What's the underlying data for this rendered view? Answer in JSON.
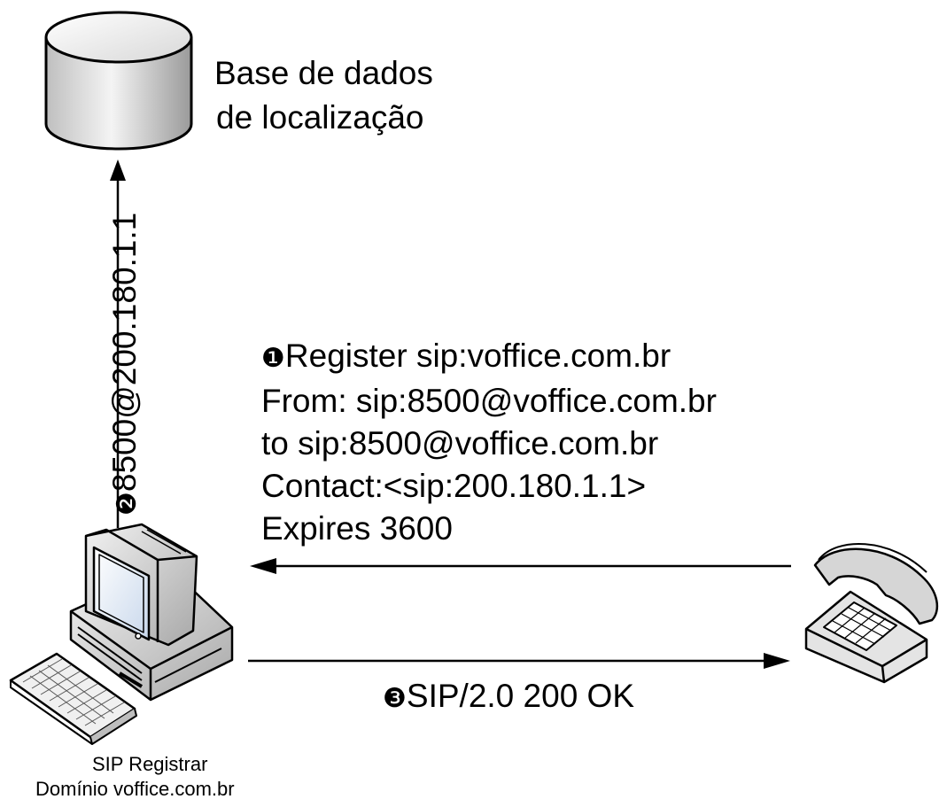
{
  "database": {
    "line1": "Base de dados",
    "line2": "de localização"
  },
  "step1": {
    "marker": "❶",
    "lines": [
      "Register sip:voffice.com.br",
      "From: sip:8500@voffice.com.br",
      "to sip:8500@voffice.com.br",
      "Contact:<sip:200.180.1.1>",
      "Expires 3600"
    ]
  },
  "step2": {
    "marker": "❷",
    "text": "8500@200.180.1.1"
  },
  "step3": {
    "marker": "❸",
    "text": "SIP/2.0 200 OK"
  },
  "registrar": {
    "line1": "SIP Registrar",
    "line2": "Domínio voffice.com.br"
  }
}
